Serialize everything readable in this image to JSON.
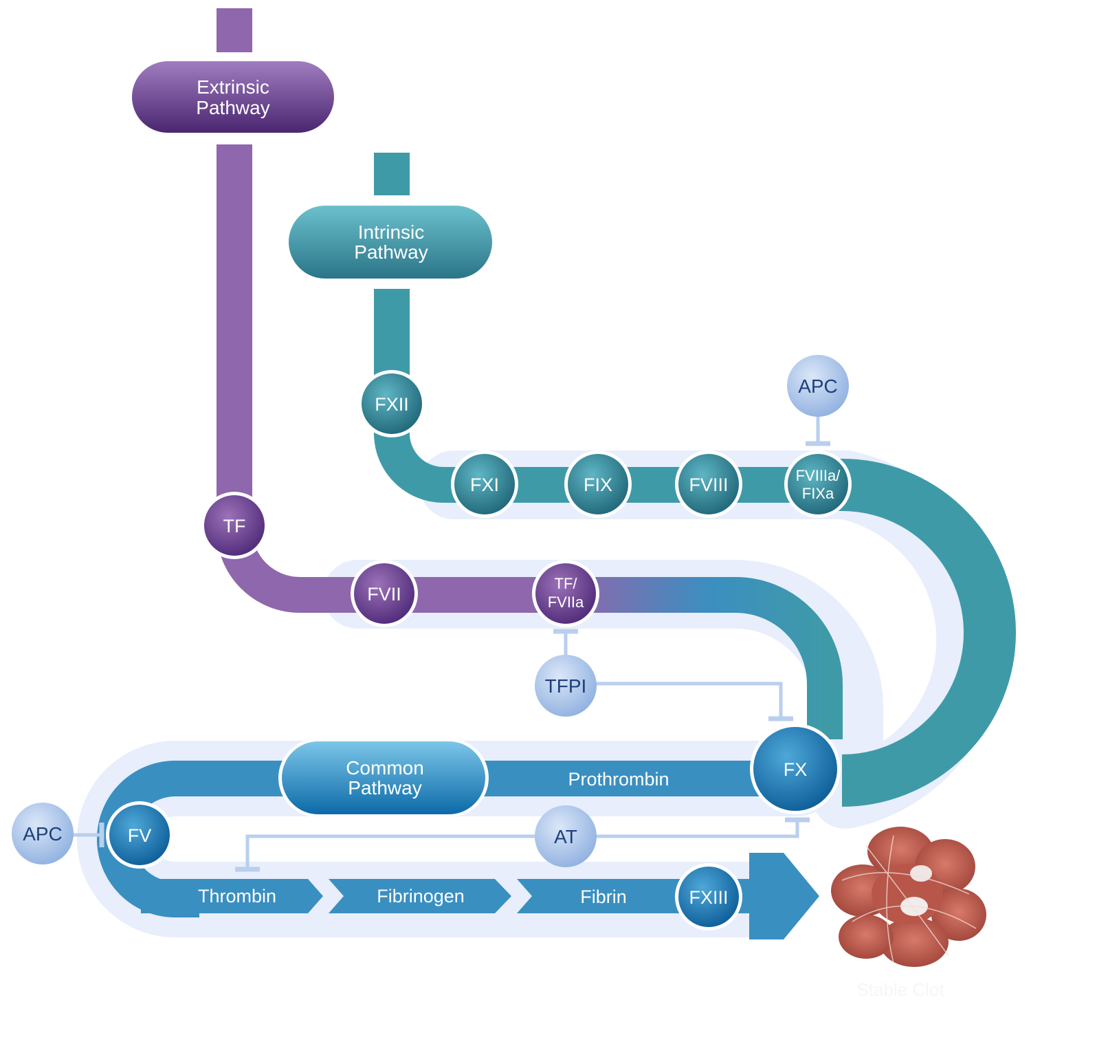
{
  "pathways": {
    "extrinsic": [
      "Extrinsic",
      "Pathway"
    ],
    "intrinsic": [
      "Intrinsic",
      "Pathway"
    ],
    "common": [
      "Common",
      "Pathway"
    ]
  },
  "factors": {
    "fxii": "FXII",
    "fxi": "FXI",
    "fix": "FIX",
    "fviii": "FVIII",
    "fviiia_fixa": [
      "FVIIIa/",
      "FIXa"
    ],
    "tf": "TF",
    "fvii": "FVII",
    "tf_fviia": [
      "TF/",
      "FVIIa"
    ],
    "fx": "FX",
    "fv": "FV",
    "fxiii": "FXIII"
  },
  "inhibitors": {
    "apc_top": "APC",
    "tfpi": "TFPI",
    "at": "AT",
    "apc_left": "APC"
  },
  "labels": {
    "prothrombin": "Prothrombin",
    "thrombin": "Thrombin",
    "fibrinogen": "Fibrinogen",
    "fibrin": "Fibrin",
    "stable_clot": "Stable Clot"
  },
  "colors": {
    "extrinsic": "#8e67ac",
    "intrinsic": "#3f9aa8",
    "common": "#3a8fc1",
    "halo": "#e8eefb",
    "inhibitor": "#9dbbe6",
    "inhibitor_line": "#b9cfee"
  }
}
